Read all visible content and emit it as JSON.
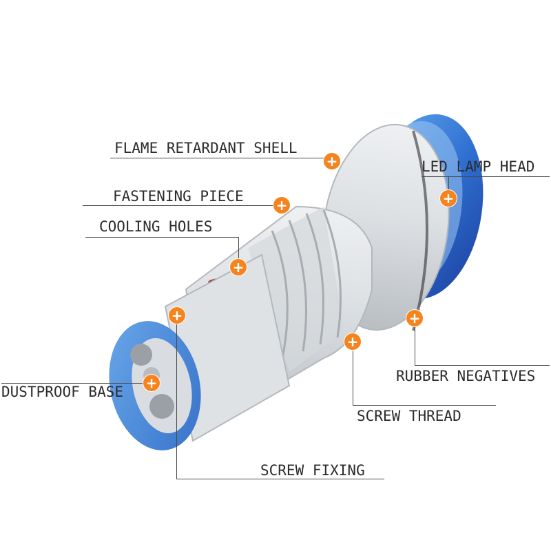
{
  "colors": {
    "marker": "#f5841f",
    "lamp_head": "#2f6fd0",
    "base": "#4a86d8",
    "shell": "#d9dde1",
    "leader_line": "#4a4a4a"
  },
  "marker_symbol": "+",
  "labels": {
    "flame_retardant_shell": "FLAME RETARDANT SHELL",
    "led_lamp_head": "LED LAMP HEAD",
    "fastening_piece": "FASTENING PIECE",
    "cooling_holes": "COOLING HOLES",
    "rubber_negatives": "RUBBER NEGATIVES",
    "dustproof_base": "DUSTPROOF BASE",
    "screw_thread": "SCREW THREAD",
    "screw_fixing": "SCREW FIXING"
  }
}
